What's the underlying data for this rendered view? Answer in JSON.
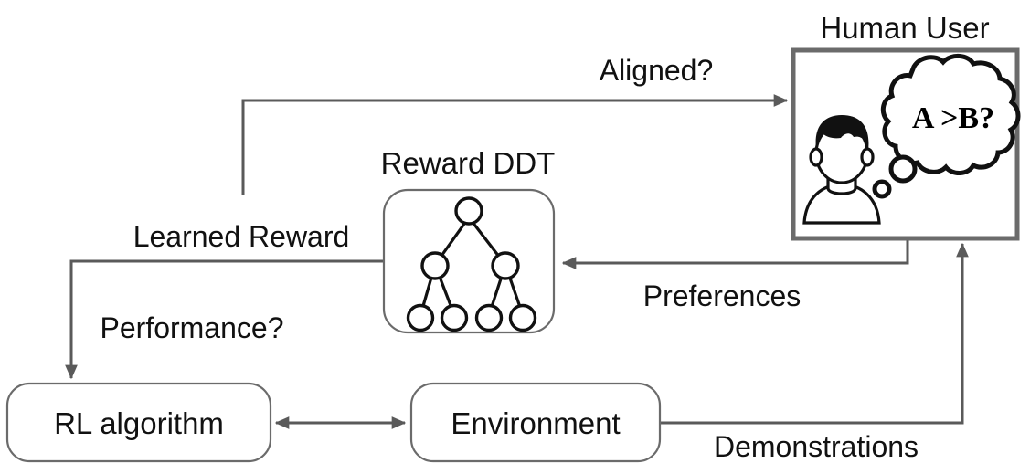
{
  "diagram": {
    "title": "Reward DDT human-in-the-loop preference learning diagram",
    "nodes": {
      "rl_algorithm": {
        "label": "RL algorithm"
      },
      "environment": {
        "label": "Environment"
      },
      "reward_ddt": {
        "title": "Reward DDT",
        "tree": {
          "root": "root-node",
          "internal": [
            "left-internal-node",
            "right-internal-node"
          ],
          "leaves": [
            "leaf-node-1",
            "leaf-node-2",
            "leaf-node-3",
            "leaf-node-4"
          ]
        }
      },
      "human_user": {
        "title": "Human User",
        "thought": "A >B?",
        "avatar": "person-avatar"
      }
    },
    "edges": [
      {
        "name": "aligned-edge",
        "label": "Aligned?",
        "from": "learned-reward-path",
        "to": "human_user"
      },
      {
        "name": "preferences-edge",
        "label": "Preferences",
        "from": "human_user",
        "to": "reward_ddt"
      },
      {
        "name": "learned-reward-edge",
        "label": "Learned Reward",
        "from": "reward_ddt",
        "to": "rl_algorithm"
      },
      {
        "name": "performance-edge",
        "label": "Performance?",
        "from": "learned-reward-edge",
        "to": "rl_algorithm"
      },
      {
        "name": "rl-env-edge",
        "label": "",
        "from": "rl_algorithm",
        "to": "environment"
      },
      {
        "name": "demonstrations-edge",
        "label": "Demonstrations",
        "from": "environment",
        "to": "human_user"
      }
    ],
    "colors": {
      "line": "#5a5a5a",
      "box_stroke": "#6b6b6b",
      "text": "#111111",
      "ink": "#000000",
      "background": "#ffffff"
    }
  }
}
